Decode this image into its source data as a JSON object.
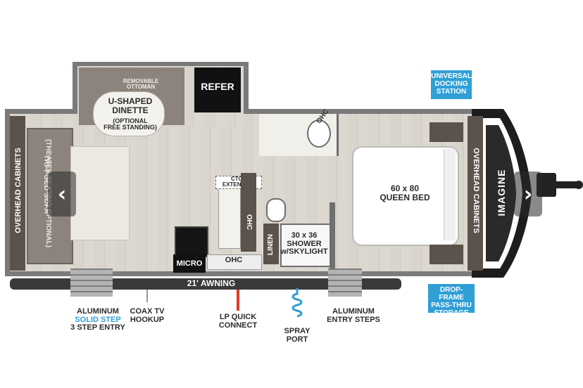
{
  "rooms": {
    "dinette": "U-SHAPED\nDINETTE",
    "dinette_note": "(OPTIONAL\nFREE STANDING)",
    "ottoman": "REMOVABLE\nOTTOMAN",
    "refer": "REFER",
    "sofa": "TRI-FOLD SOFA",
    "sofa_note": "(THEATER SEATING OPTIONAL)",
    "overhead_left": "OVERHEAD CABINETS",
    "overhead_right": "OVERHEAD CABINETS",
    "ctop": "CTOP\nEXTENSION",
    "ohc_bath": "OHC",
    "ohc_kitchen_vertical": "OHC",
    "ohc_kitchen": "OHC",
    "micro": "MICRO",
    "linen": "LINEN",
    "shower": "30 x 36\nSHOWER\nw/SKYLIGHT",
    "bed": "60 x 80\nQUEEN BED",
    "brand": "IMAGINE"
  },
  "awning": "21' AWNING",
  "callouts": {
    "solid_step_line1": "ALUMINUM",
    "solid_step_line2": "SOLID STEP",
    "solid_step_line3": "3 STEP ENTRY",
    "coax": "COAX TV\nHOOKUP",
    "lp": "LP QUICK\nCONNECT",
    "spray": "SPRAY\nPORT",
    "entry_steps": "ALUMINUM\nENTRY STEPS"
  },
  "badges": {
    "docking": "UNIVERSAL\nDOCKING\nSTATION",
    "storage": "DROP-FRAME\nPASS-THRU\nSTORAGE"
  },
  "nav": {
    "prev": "‹",
    "next": "›"
  },
  "colors": {
    "accent": "#2f9fd6",
    "solid_step": "#2f9fd6",
    "cabinet": "#5b524c",
    "wall": "#6f6f6f",
    "lp_connect": "#e23a2a"
  }
}
